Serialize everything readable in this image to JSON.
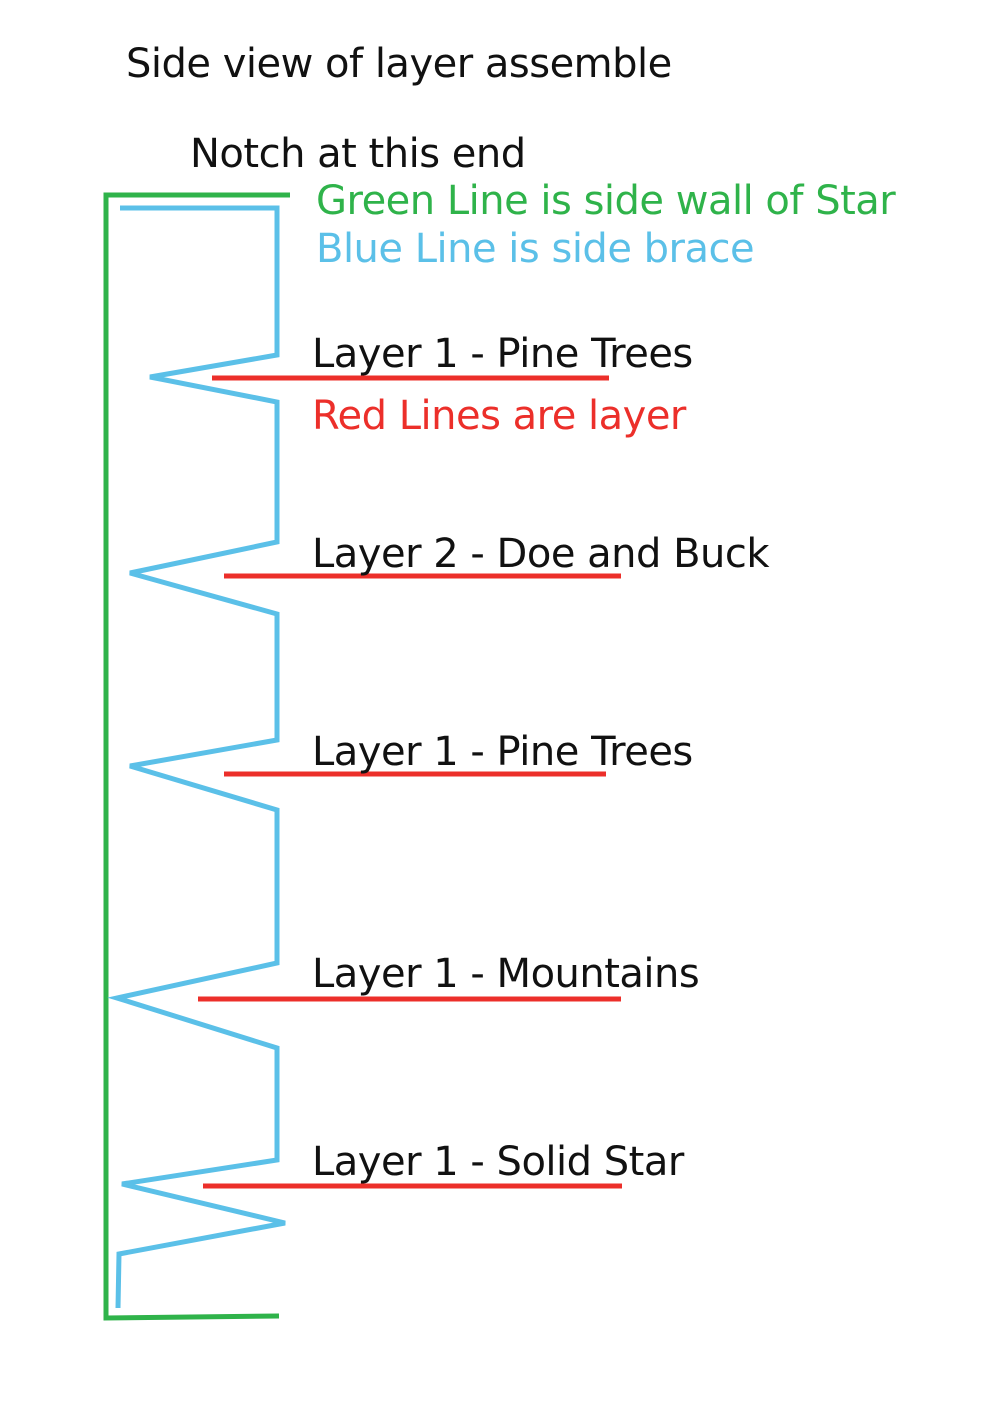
{
  "title": "Side view of layer assemble",
  "notch_label": "Notch at this end",
  "legend": {
    "green": "Green Line is side wall of Star",
    "blue": "Blue Line is side brace",
    "red": "Red Lines are layer"
  },
  "layers": [
    "Layer 1 - Pine Trees",
    "Layer 2 - Doe and Buck",
    "Layer 1 - Pine Trees",
    "Layer 1 - Mountains",
    "Layer 1 - Solid Star"
  ],
  "colors": {
    "side_wall": "#2fb34a",
    "side_brace": "#5bc0e8",
    "layer_line": "#ec2f2a",
    "text": "#111111"
  }
}
